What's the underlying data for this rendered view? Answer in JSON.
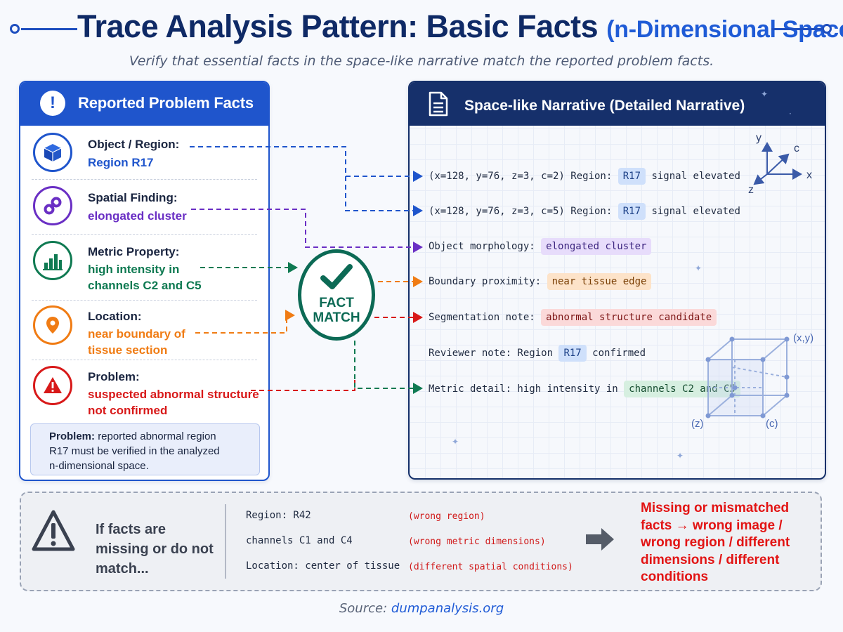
{
  "header": {
    "title_main": "Trace Analysis Pattern: Basic Facts",
    "title_accent": "(n-Dimensional Space)",
    "subtitle": "Verify that essential facts in the space-like narrative match the reported problem facts."
  },
  "left_panel": {
    "title": "Reported Problem Facts",
    "header_icon": "!",
    "facts": [
      {
        "label": "Object / Region:",
        "value": "Region R17",
        "icon": "cube-icon",
        "color": "#1f55cc"
      },
      {
        "label": "Spatial Finding:",
        "value": "elongated cluster",
        "icon": "link-icon",
        "color": "#6a2fc4"
      },
      {
        "label": "Metric Property:",
        "value_line1": "high intensity in",
        "value_line2": "channels C2 and C5",
        "icon": "bar-chart-icon",
        "color": "#0f7a52"
      },
      {
        "label": "Location:",
        "value_line1": "near boundary of",
        "value_line2": "tissue section",
        "icon": "location-pin-icon",
        "color": "#f07c14"
      },
      {
        "label": "Problem:",
        "value_line1": "suspected abnormal structure",
        "value_line2": "not confirmed",
        "icon": "warning-icon",
        "color": "#d81919"
      }
    ],
    "note": {
      "bold": "Problem:",
      "line1_rest": "reported abnormal region",
      "line2": "R17 must be verified in the analyzed",
      "line3": "n-dimensional space."
    }
  },
  "fact_match": {
    "line1": "FACT",
    "line2": "MATCH",
    "icon": "checkmark-icon",
    "color": "#0c6a55"
  },
  "right_panel": {
    "title": "Space-like Narrative (Detailed Narrative)",
    "header_icon": "document-icon",
    "axes": {
      "y": "y",
      "c": "c",
      "x": "x",
      "z": "z"
    },
    "cube_labels": {
      "xy": "(x,y)",
      "z": "(z)",
      "c": "(c)"
    },
    "lines": [
      {
        "prefix": "(x=128, y=76, z=3, c=2)  Region: ",
        "tag": "R17",
        "suffix": " signal elevated"
      },
      {
        "prefix": "(x=128, y=76, z=3, c=5)  Region: ",
        "tag": "R17",
        "suffix": " signal elevated"
      },
      {
        "prefix": "Object morphology: ",
        "tag": "elongated cluster",
        "suffix": ""
      },
      {
        "prefix": "Boundary proximity: ",
        "tag": "near tissue edge",
        "suffix": ""
      },
      {
        "prefix": "Segmentation note: ",
        "tag": "abnormal structure candidate",
        "suffix": ""
      },
      {
        "prefix": "Reviewer note: Region ",
        "tag": "R17",
        "suffix": " confirmed"
      },
      {
        "prefix": "Metric detail: high intensity in ",
        "tag": "channels C2 and C5",
        "suffix": ""
      }
    ]
  },
  "bottom": {
    "warning_text": "If facts are missing or do not match...",
    "warning_icon": "warning-triangle-icon",
    "mismatches": [
      {
        "item": "Region: R42",
        "reason": "(wrong region)"
      },
      {
        "item": "channels C1 and C4",
        "reason": "(wrong metric dimensions)"
      },
      {
        "item": "Location: center of tissue",
        "reason": "(different spatial conditions)"
      }
    ],
    "arrow_icon": "right-arrow-icon",
    "conclusion": "Missing or mismatched facts → wrong image / wrong region / different dimensions / different conditions"
  },
  "source": {
    "label": "Source:",
    "link": "dumpanalysis.org"
  },
  "colors": {
    "blue": "#1f55cc",
    "purple": "#6a2fc4",
    "green": "#0f7a52",
    "orange": "#f07c14",
    "red": "#d81919",
    "navy": "#16306b"
  }
}
